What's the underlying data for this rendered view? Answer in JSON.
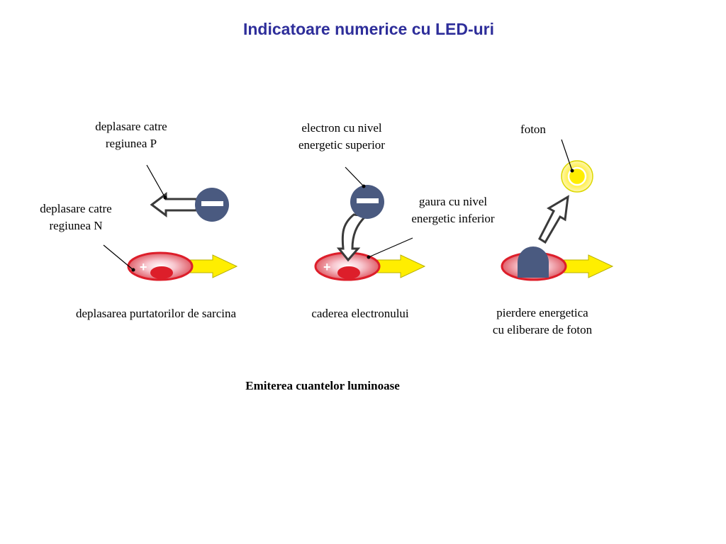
{
  "title": "Indicatoare numerice cu LED-uri",
  "labels": {
    "move_p": [
      "deplasare catre",
      "regiunea P"
    ],
    "move_n": [
      "deplasare catre",
      "regiunea N"
    ],
    "electron_high": [
      "electron cu nivel",
      "energetic superior"
    ],
    "hole_low": [
      "gaura cu nivel",
      "energetic inferior"
    ],
    "photon": "foton"
  },
  "captions": {
    "step1": "deplasarea purtatorilor de sarcina",
    "step2": "caderea electronului",
    "step3": [
      "pierdere energetica",
      "cu eliberare de foton"
    ]
  },
  "summary": "Emiterea cuantelor luminoase",
  "symbols": {
    "minus": "−",
    "plus": "+"
  },
  "colors": {
    "title": "#2e2e9a",
    "electron": "#4a5a80",
    "hole_ring": "#dd1e2a",
    "arrow_fill": "#ffee00",
    "photon": "#ffee33"
  }
}
